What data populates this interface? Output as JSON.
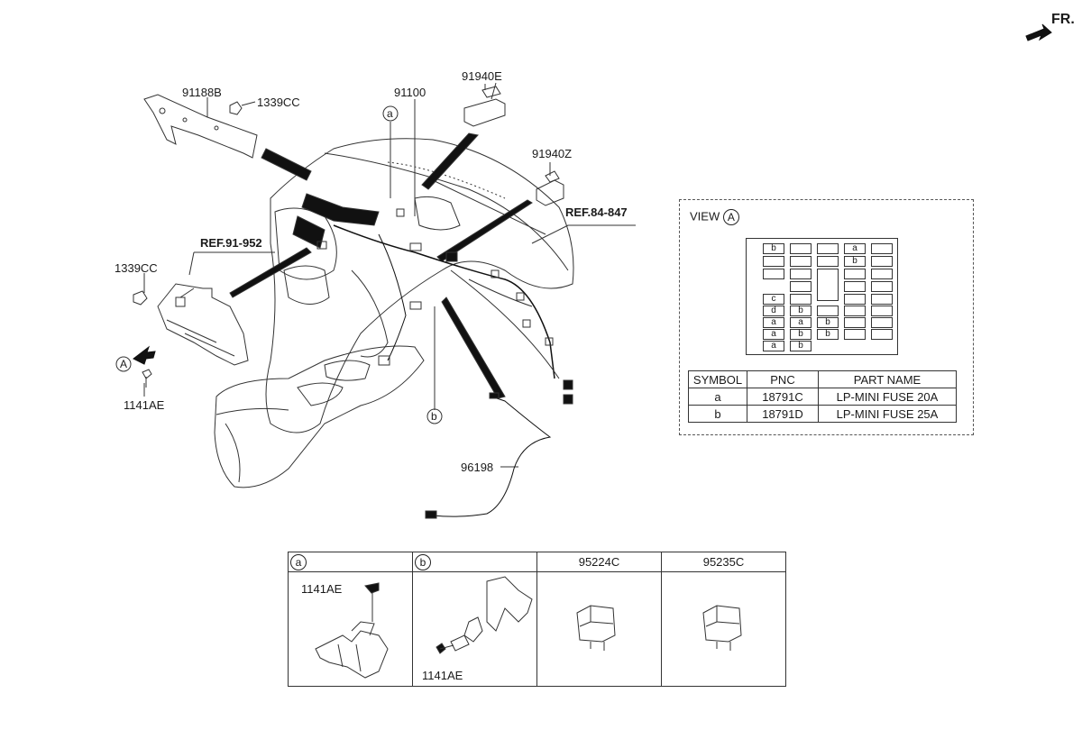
{
  "orientation": {
    "label": "FR."
  },
  "parts": {
    "p91188B": "91188B",
    "p1339CC_top": "1339CC",
    "p91100": "91100",
    "p91940E": "91940E",
    "p91940Z": "91940Z",
    "ref_84_847": "REF.84-847",
    "ref_91_952": "REF.91-952",
    "p1339CC_left": "1339CC",
    "view_marker": "A",
    "p1141AE": "1141AE",
    "p96198": "96198",
    "callout_a": "a",
    "callout_b": "b"
  },
  "view_panel": {
    "title": "VIEW",
    "marker": "A",
    "fuses": {
      "f1": "b",
      "f2": "a",
      "f3": "b",
      "f4": "c",
      "f5": "d",
      "f6": "b",
      "f7": "a",
      "f8": "a",
      "f9": "b",
      "f10": "a",
      "f11": "b",
      "f12": "b",
      "f13": "a",
      "f14": "b"
    },
    "table": {
      "headers": [
        "SYMBOL",
        "PNC",
        "PART NAME"
      ],
      "rows": [
        [
          "a",
          "18791C",
          "LP-MINI FUSE 20A"
        ],
        [
          "b",
          "18791D",
          "LP-MINI FUSE 25A"
        ]
      ]
    }
  },
  "detail_grid": {
    "cell_a": {
      "symbol": "a",
      "part": "1141AE"
    },
    "cell_b": {
      "symbol": "b",
      "part": "1141AE"
    },
    "cell_c": {
      "header": "95224C"
    },
    "cell_d": {
      "header": "95235C"
    }
  }
}
